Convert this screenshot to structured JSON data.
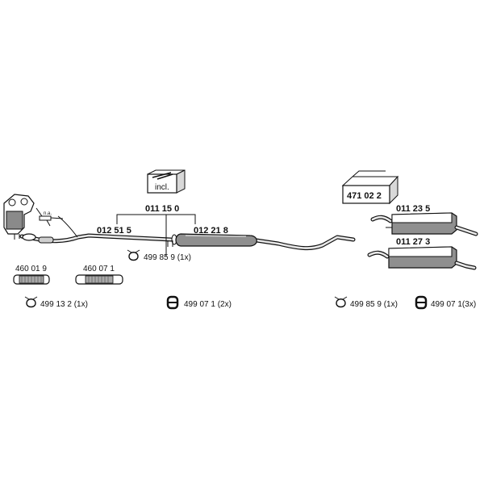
{
  "parts": {
    "main_system": "011 15 0",
    "front_pipe": "012 51 5",
    "centre_muffler": "012 21 8",
    "rear_muffler_a": "011 23 5",
    "rear_muffler_b": "011 27 3",
    "mounting_kit": "471 02 2",
    "flex_pipe_a": "460 01 9",
    "flex_pipe_b": "460 07 1"
  },
  "labels": {
    "incl": "incl.",
    "na": "n.a."
  },
  "fittings": {
    "gasket_mid": "499 85 9 (1x)",
    "gasket_left": "499 13 2 (1x)",
    "hanger_mid": "499 07 1 (2x)",
    "gasket_right": "499 85 9 (1x)",
    "hanger_right": "499 07 1(3x)"
  },
  "icons": [
    "catalytic-converter-icon",
    "lambda-sensor-icon",
    "kit-box-icon",
    "gasket-ring-icon",
    "rubber-hanger-icon",
    "flex-pipe-icon"
  ]
}
